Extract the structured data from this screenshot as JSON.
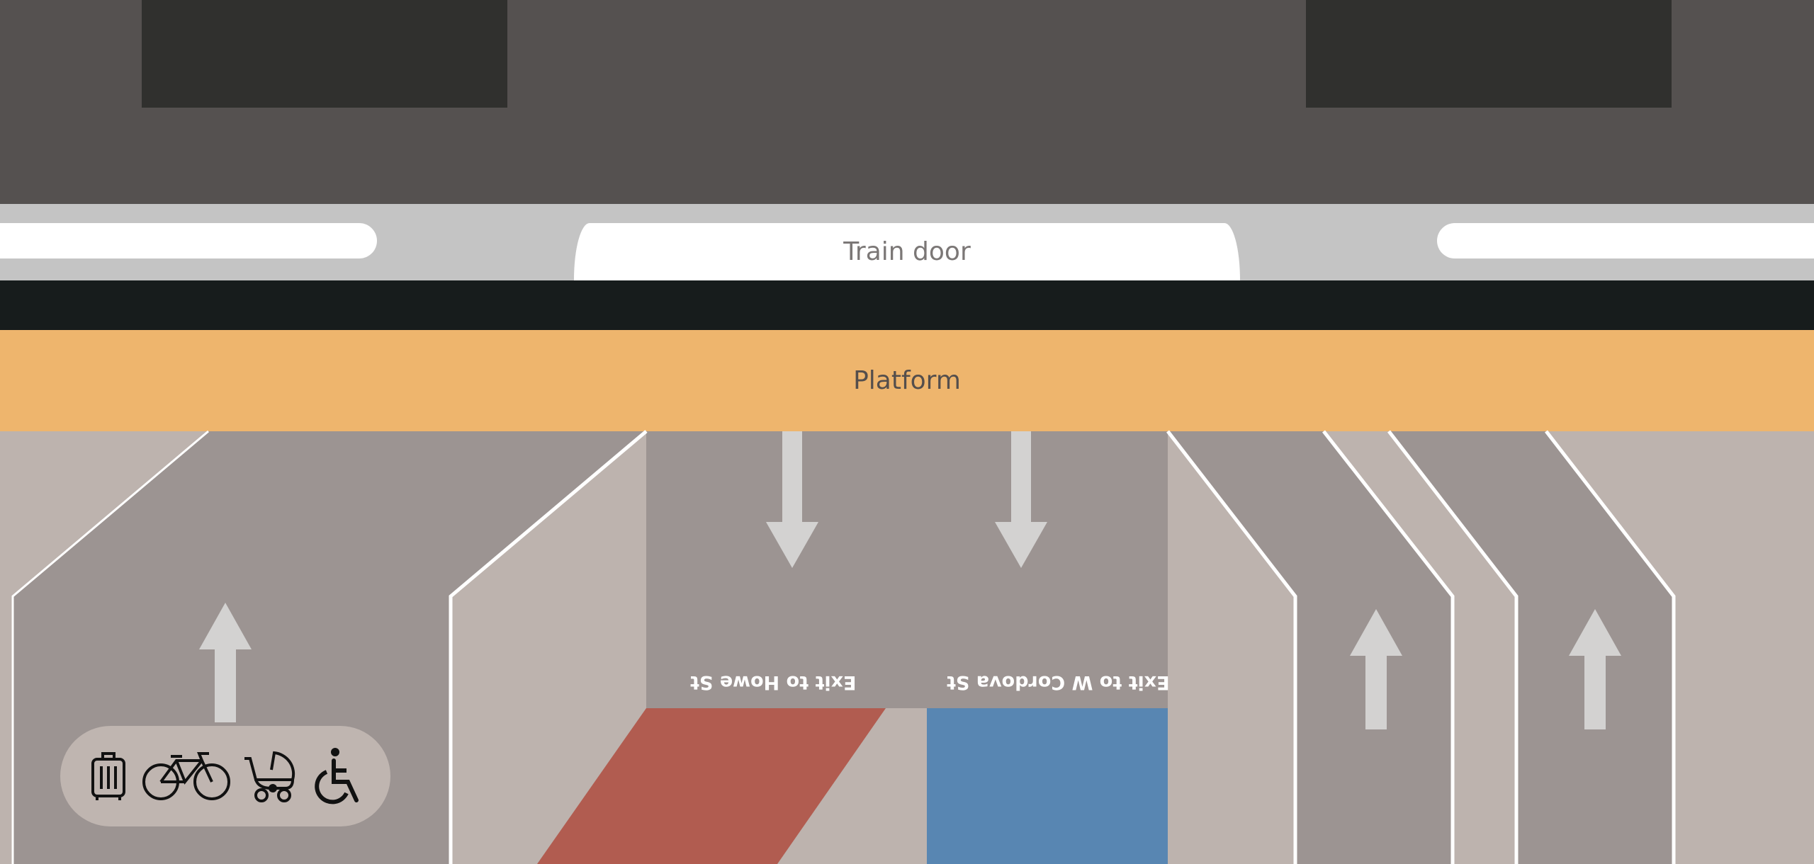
{
  "train": {
    "door_label": "Train door"
  },
  "platform": {
    "label": "Platform"
  },
  "exits": {
    "howe": "Exit to Howe St",
    "cordova": "Exit to W Cordova St"
  },
  "colors": {
    "train_body": "#555150",
    "train_window": "#30302e",
    "door_strip": "#c4c4c4",
    "gap_strip": "#171c1c",
    "platform": "#eeb56d",
    "lane_dark": "#9c9492",
    "lane_light": "#bdb3ae",
    "howe_zone": "#b15c50",
    "cordova_zone": "#5886b2",
    "arrow": "#d3d2d1"
  },
  "amenities": [
    "luggage-icon",
    "bicycle-icon",
    "stroller-icon",
    "wheelchair-icon"
  ],
  "arrows": {
    "up": [
      "up-arrow-left",
      "up-arrow-right-1",
      "up-arrow-right-2"
    ],
    "down": [
      "down-arrow-howe",
      "down-arrow-cordova"
    ]
  }
}
